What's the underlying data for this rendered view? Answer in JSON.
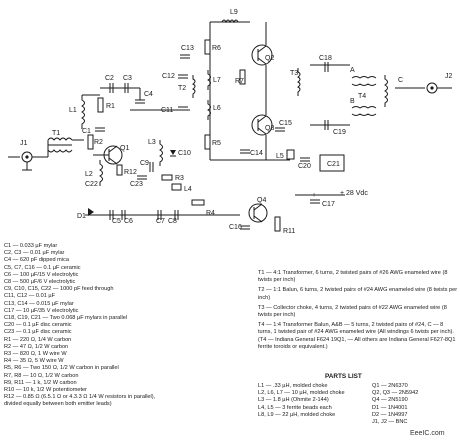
{
  "schematic": {
    "labels": {
      "L9": "L9",
      "R6": "R6",
      "Q2": "Q2",
      "T3": "T3",
      "C13": "C13",
      "C12": "C12",
      "T2": "T2",
      "L7": "L7",
      "R7": "R7",
      "C11": "C11",
      "L6": "L6",
      "Q3": "Q3",
      "C15": "C15",
      "R5": "R5",
      "C14": "C14",
      "C2": "C2",
      "C3": "C3",
      "C4": "C4",
      "L1": "L1",
      "R1": "R1",
      "C1": "C1",
      "T1": "T1",
      "R2": "R2",
      "Q1": "Q1",
      "J1": "J1",
      "L2": "L2",
      "L3": "L3",
      "C9": "C9",
      "C10": "C10",
      "R12": "R12",
      "C22": "C22",
      "C23": "C23",
      "R3": "R3",
      "L4": "L4",
      "L5": "L5",
      "C20": "C20",
      "C21": "C21",
      "D1": "D1",
      "C5": "C5",
      "C6": "C6",
      "C7": "C7",
      "C8": "C8",
      "R4": "R4",
      "Q4": "Q4",
      "C16": "C16",
      "R11": "R11",
      "C17": "C17",
      "A": "A",
      "B": "B",
      "C": "C",
      "T4": "T4",
      "C18": "C18",
      "C19": "C19",
      "J2": "J2",
      "vdc": "+ 28 Vdc",
      "plus": "+"
    }
  },
  "components_list": [
    "C1 — 0.033 µF mylar",
    "C2, C3 — 0.01 µF mylar",
    "C4 — 620 pF dipped mica",
    "C5, C7, C16 — 0.1 µF ceramic",
    "C6 — 100 µF/15 V electrolytic",
    "C8 — 500 µF/6 V electrolytic",
    "C9, C10, C15, C22 — 1000 pF feed through",
    "C11, C12 — 0.01 µF",
    "C13, C14 — 0.015 µF mylar",
    "C17 — 10 µF/35 V electrolytic",
    "C18, C19, C21 — Two 0.068 µF mylars in parallel",
    "C20 — 0.1 µF disc ceramic",
    "C23 — 0.1 µF disc ceramic",
    "R1 — 220 Ω, 1/4 W carbon",
    "R2 — 47 Ω, 1/2 W carbon",
    "R3 — 820 Ω, 1 W wire W",
    "R4 — 35 Ω, 5 W wire W",
    "R5, R6 — Two 150 Ω, 1/2 W carbon in parallel",
    "R7, R8 — 10 Ω, 1/2 W carbon",
    "R9, R11 — 1 k, 1/2 W carbon",
    "R10 — 10 k, 1/2 W potentiometer",
    "R12 — 0.85 Ω (6.5.1 Ω or 4.3.3 Ω 1/4 W resistors in parallel),",
    "   divided equally between both emitter leads)"
  ],
  "transformers": [
    "T1 — 4:1 Transformer, 6 turns, 2 twisted pairs of #26 AWG enameled wire (8 twists per inch)",
    "T2 — 1:1 Balun, 6 turns, 2 twisted pairs of #24 AWG enameled wire (8 twists per inch)",
    "T3 — Collector choke, 4 turns, 2 twisted pairs of #22 AWG enameled wire (8 twists per inch)",
    "T4 — 1:4 Transformer Balun, A&B — 5 turns, 2 twisted pairs of #24, C — 8 turns, 1 twisted pair of #24 AWG enameled wire (All windings 6 twists per inch). (T4 — Indiana General F624 19Q1, — All others are Indiana General F627-8Q1 ferrite toroids or equivalent.)"
  ],
  "parts_list": {
    "title": "PARTS LIST",
    "inductors": [
      "L1 — .33 µH, molded choke",
      "L2, L6, L7 — 10 µH, molded choke",
      "L3 — 1.8 µH (Ohmite 2-144)",
      "L4, L5 — 3 ferrite beads each",
      "L8, L9 — 22 µH, molded choke"
    ],
    "semis": [
      "Q1 — 2N6370",
      "Q2, Q3 — 2N5942",
      "Q4 — 2N5190",
      "D1 — 1N4001",
      "D2 — 1N4997",
      "",
      "J1, J2 — BNC"
    ]
  },
  "watermark": "EeeIC.com"
}
